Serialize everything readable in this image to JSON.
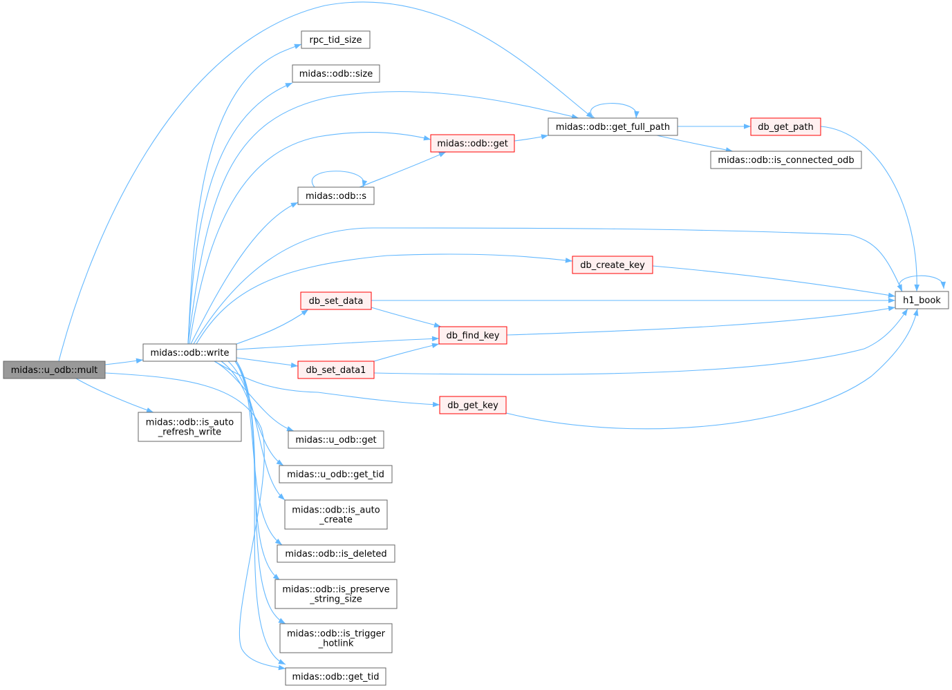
{
  "graph": {
    "nodes": [
      {
        "id": "mult",
        "lines": [
          "midas::u_odb::mult"
        ],
        "style": "root"
      },
      {
        "id": "write",
        "lines": [
          "midas::odb::write"
        ],
        "style": "plain"
      },
      {
        "id": "is_auto_refresh_write",
        "lines": [
          "midas::odb::is_auto",
          "_refresh_write"
        ],
        "style": "plain"
      },
      {
        "id": "rpc_tid_size",
        "lines": [
          "rpc_tid_size"
        ],
        "style": "plain"
      },
      {
        "id": "odb_size",
        "lines": [
          "midas::odb::size"
        ],
        "style": "plain"
      },
      {
        "id": "get_full_path",
        "lines": [
          "midas::odb::get_full_path"
        ],
        "style": "plain"
      },
      {
        "id": "odb_get",
        "lines": [
          "midas::odb::get"
        ],
        "style": "red"
      },
      {
        "id": "odb_s",
        "lines": [
          "midas::odb::s"
        ],
        "style": "plain"
      },
      {
        "id": "db_get_path",
        "lines": [
          "db_get_path"
        ],
        "style": "red"
      },
      {
        "id": "is_connected_odb",
        "lines": [
          "midas::odb::is_connected_odb"
        ],
        "style": "plain"
      },
      {
        "id": "db_create_key",
        "lines": [
          "db_create_key"
        ],
        "style": "red"
      },
      {
        "id": "db_set_data",
        "lines": [
          "db_set_data"
        ],
        "style": "red"
      },
      {
        "id": "h1_book",
        "lines": [
          "h1_book"
        ],
        "style": "plain"
      },
      {
        "id": "db_find_key",
        "lines": [
          "db_find_key"
        ],
        "style": "red"
      },
      {
        "id": "db_set_data1",
        "lines": [
          "db_set_data1"
        ],
        "style": "red"
      },
      {
        "id": "db_get_key",
        "lines": [
          "db_get_key"
        ],
        "style": "red"
      },
      {
        "id": "u_odb_get",
        "lines": [
          "midas::u_odb::get"
        ],
        "style": "plain"
      },
      {
        "id": "u_odb_get_tid",
        "lines": [
          "midas::u_odb::get_tid"
        ],
        "style": "plain"
      },
      {
        "id": "is_auto_create",
        "lines": [
          "midas::odb::is_auto",
          "_create"
        ],
        "style": "plain"
      },
      {
        "id": "is_deleted",
        "lines": [
          "midas::odb::is_deleted"
        ],
        "style": "plain"
      },
      {
        "id": "is_preserve_string_size",
        "lines": [
          "midas::odb::is_preserve",
          "_string_size"
        ],
        "style": "plain"
      },
      {
        "id": "is_trigger_hotlink",
        "lines": [
          "midas::odb::is_trigger",
          "_hotlink"
        ],
        "style": "plain"
      },
      {
        "id": "odb_get_tid",
        "lines": [
          "midas::odb::get_tid"
        ],
        "style": "plain"
      }
    ],
    "edges": [
      {
        "from": "mult",
        "to": "write"
      },
      {
        "from": "mult",
        "to": "get_full_path"
      },
      {
        "from": "mult",
        "to": "is_auto_refresh_write"
      },
      {
        "from": "mult",
        "to": "odb_get_tid"
      },
      {
        "from": "write",
        "to": "rpc_tid_size"
      },
      {
        "from": "write",
        "to": "odb_size"
      },
      {
        "from": "write",
        "to": "get_full_path"
      },
      {
        "from": "write",
        "to": "odb_get"
      },
      {
        "from": "write",
        "to": "odb_s"
      },
      {
        "from": "write",
        "to": "h1_book"
      },
      {
        "from": "write",
        "to": "db_create_key"
      },
      {
        "from": "write",
        "to": "db_set_data"
      },
      {
        "from": "write",
        "to": "db_find_key"
      },
      {
        "from": "write",
        "to": "db_set_data1"
      },
      {
        "from": "write",
        "to": "db_get_key"
      },
      {
        "from": "write",
        "to": "u_odb_get"
      },
      {
        "from": "write",
        "to": "u_odb_get_tid"
      },
      {
        "from": "write",
        "to": "is_auto_create"
      },
      {
        "from": "write",
        "to": "is_deleted"
      },
      {
        "from": "write",
        "to": "is_preserve_string_size"
      },
      {
        "from": "write",
        "to": "is_trigger_hotlink"
      },
      {
        "from": "write",
        "to": "odb_get_tid"
      },
      {
        "from": "get_full_path",
        "to": "get_full_path"
      },
      {
        "from": "get_full_path",
        "to": "db_get_path"
      },
      {
        "from": "get_full_path",
        "to": "is_connected_odb"
      },
      {
        "from": "odb_get",
        "to": "get_full_path"
      },
      {
        "from": "odb_s",
        "to": "odb_s"
      },
      {
        "from": "odb_s",
        "to": "odb_get"
      },
      {
        "from": "db_get_path",
        "to": "h1_book"
      },
      {
        "from": "db_create_key",
        "to": "h1_book"
      },
      {
        "from": "db_set_data",
        "to": "h1_book"
      },
      {
        "from": "db_set_data",
        "to": "db_find_key"
      },
      {
        "from": "db_find_key",
        "to": "h1_book"
      },
      {
        "from": "db_set_data1",
        "to": "db_find_key"
      },
      {
        "from": "db_set_data1",
        "to": "h1_book"
      },
      {
        "from": "db_get_key",
        "to": "h1_book"
      },
      {
        "from": "h1_book",
        "to": "h1_book"
      }
    ],
    "colors": {
      "edge": "#63b8ff",
      "node_border": "#666666",
      "highlight_border": "#ff0000",
      "highlight_fill": "#fff0f0",
      "root_fill": "#999999"
    }
  }
}
